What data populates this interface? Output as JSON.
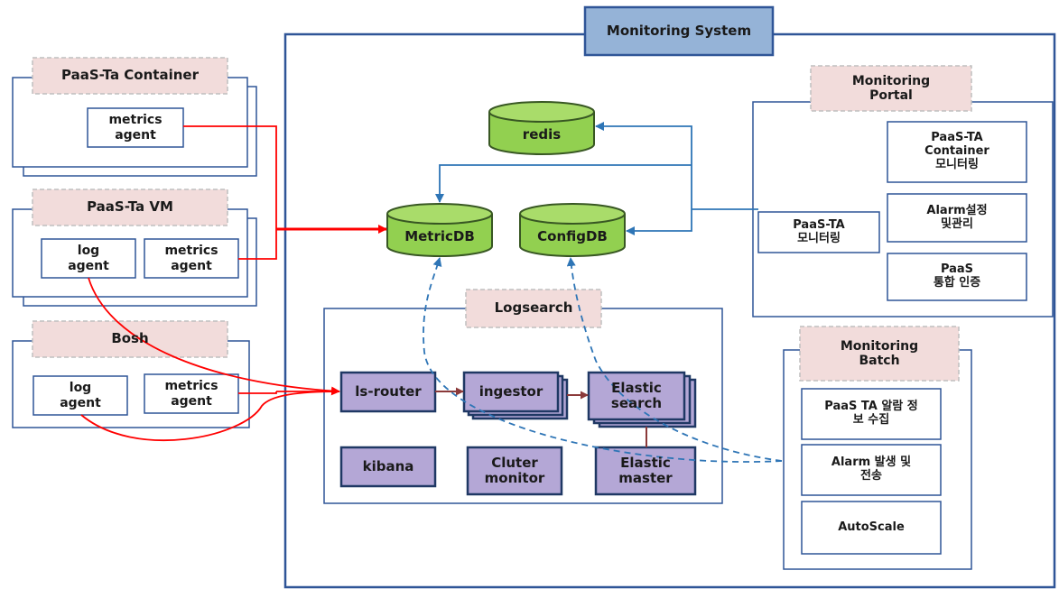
{
  "system": {
    "title": "Monitoring  System"
  },
  "sources": {
    "container": {
      "title": "PaaS-Ta  Container",
      "metrics_agent": "metrics\nagent"
    },
    "vm": {
      "title": "PaaS-Ta  VM",
      "log_agent": "log\nagent",
      "metrics_agent": "metrics\nagent"
    },
    "bosh": {
      "title": "Bosh",
      "log_agent": "log\nagent",
      "metrics_agent": "metrics\nagent"
    }
  },
  "databases": {
    "redis": "redis",
    "metricdb": "MetricDB",
    "configdb": "ConfigDB"
  },
  "logsearch": {
    "title": "Logsearch",
    "ls_router": "ls-router",
    "ingestor": "ingestor",
    "elastic_search": "Elastic\nsearch",
    "kibana": "kibana",
    "cluster_monitor": "Cluter\nmonitor",
    "elastic_master": "Elastic\nmaster"
  },
  "portal": {
    "title": "Monitoring\nPortal",
    "container_monitoring": "PaaS-TA\nContainer\n모니터링",
    "alarm_settings": "Alarm설정\n및관리",
    "paas_monitoring": "PaaS-TA\n모니터링",
    "paas_auth": "PaaS\n통합 인증"
  },
  "batch": {
    "title": "Monitoring\nBatch",
    "alarm_collect": "PaaS TA 알람 정\n보 수집",
    "alarm_send": "Alarm 발생 및\n전송",
    "autoscale": "AutoScale"
  },
  "colors": {
    "frame": "#2f5597",
    "title_fill": "#95b3d7",
    "pink": "#f2dcdb",
    "db_green": "#92d050",
    "purple": "#b4a7d6",
    "red": "#ff0000",
    "blue": "#2e75b6",
    "brown": "#8b3a3a"
  }
}
